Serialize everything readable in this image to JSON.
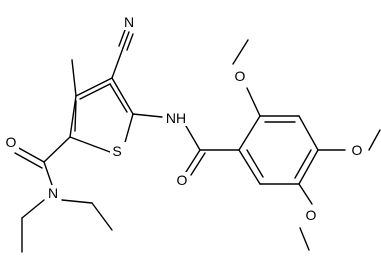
{
  "molecule": {
    "atoms": {
      "nitrile_n": "N",
      "amide_nh": "NH",
      "thiophene_s": "S",
      "carbonyl_o1": "O",
      "amide_n": "N",
      "carbonyl_o2": "O",
      "ome_o1": "O",
      "ome_o2": "O",
      "ome_o3": "O"
    }
  }
}
